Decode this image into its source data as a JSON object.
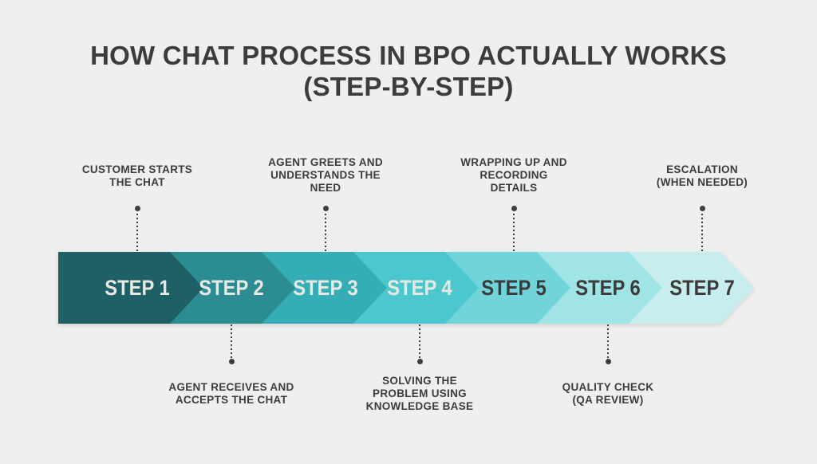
{
  "background": "#EFEFEF",
  "text_color": "#3E3C3B",
  "title": {
    "line1": "HOW CHAT PROCESS IN BPO ACTUALLY WORKS",
    "line2": "(STEP-BY-STEP)"
  },
  "steps": [
    {
      "label": "STEP 1",
      "fill": "#1E6065",
      "label_color": "#EAE8E3",
      "annotation": {
        "position": "top",
        "lines": [
          "CUSTOMER STARTS",
          "THE CHAT"
        ]
      }
    },
    {
      "label": "STEP 2",
      "fill": "#2B8C92",
      "label_color": "#EAE8E3",
      "annotation": {
        "position": "bottom",
        "lines": [
          "AGENT RECEIVES AND",
          "ACCEPTS THE CHAT"
        ]
      }
    },
    {
      "label": "STEP 3",
      "fill": "#35ADB5",
      "label_color": "#EAE8E3",
      "annotation": {
        "position": "top",
        "lines": [
          "AGENT GREETS AND",
          "UNDERSTANDS THE",
          "NEED"
        ]
      }
    },
    {
      "label": "STEP 4",
      "fill": "#4CC7CE",
      "label_color": "#EAE8E3",
      "annotation": {
        "position": "bottom",
        "lines": [
          "SOLVING THE",
          "PROBLEM USING",
          "KNOWLEDGE BASE"
        ]
      }
    },
    {
      "label": "STEP 5",
      "fill": "#70D4DA",
      "label_color": "#3D3B3A",
      "annotation": {
        "position": "top",
        "lines": [
          "WRAPPING UP AND",
          "RECORDING",
          "DETAILS"
        ]
      }
    },
    {
      "label": "STEP 6",
      "fill": "#A0E4E6",
      "label_color": "#3D3B3A",
      "annotation": {
        "position": "bottom",
        "lines": [
          "QUALITY CHECK",
          "(QA REVIEW)"
        ]
      }
    },
    {
      "label": "STEP 7",
      "fill": "#C8EDEE",
      "label_color": "#3D3B3A",
      "annotation": {
        "position": "top",
        "lines": [
          "ESCALATION",
          "(WHEN NEEDED)"
        ]
      }
    }
  ]
}
